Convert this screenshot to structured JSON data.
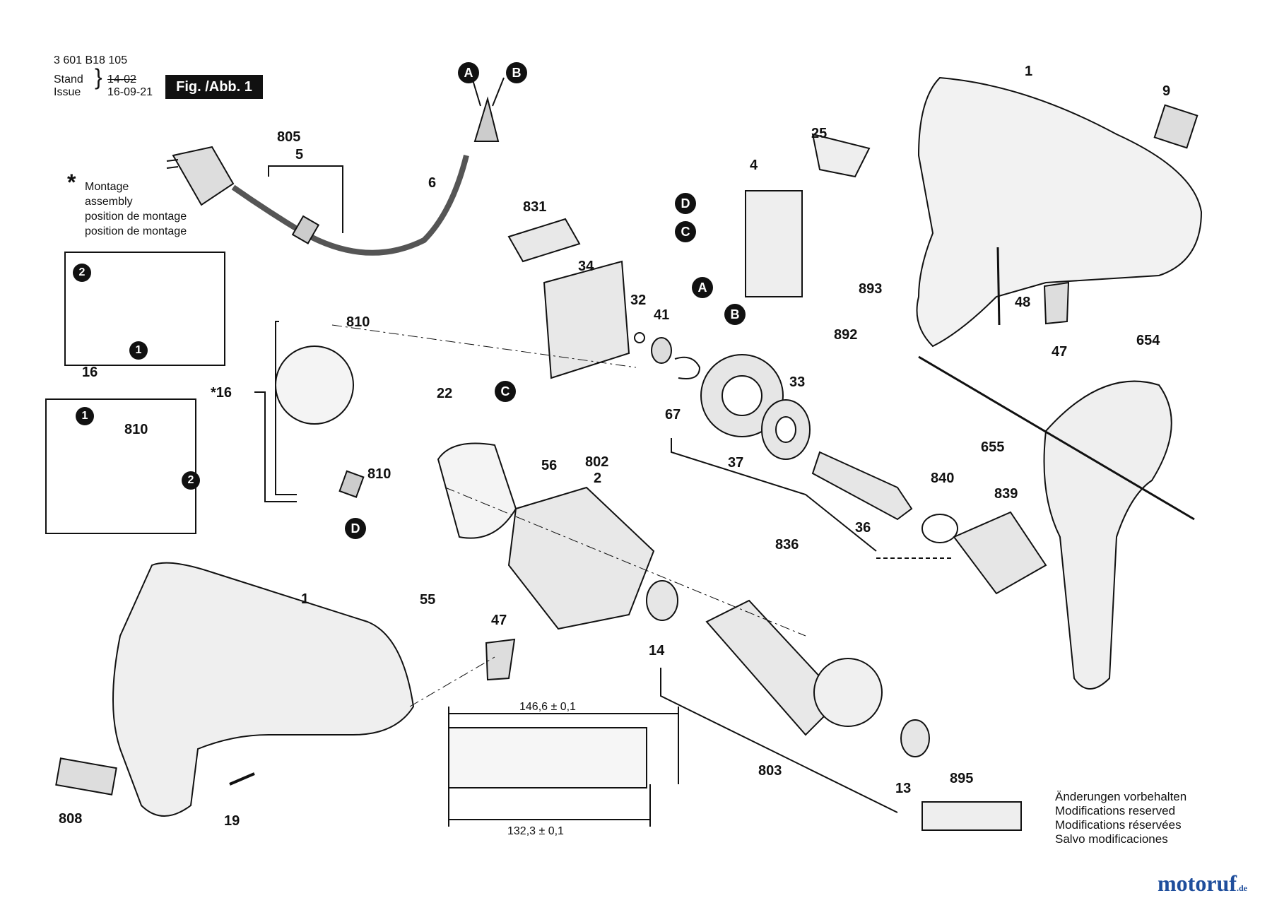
{
  "header": {
    "part_number": "3 601 B18 105",
    "stand_label": "Stand",
    "issue_label": "Issue",
    "stand_date": "14-02",
    "issue_date": "16-09-21",
    "figure": "Fig. /Abb. 1"
  },
  "montage_note": {
    "star": "*",
    "lines": [
      "Montage",
      "assembly",
      "position de montage",
      "position de montage"
    ]
  },
  "part_labels": {
    "p1_top": "1",
    "p9": "9",
    "p25": "25",
    "p4": "4",
    "p805": "805",
    "p5": "5",
    "p6": "6",
    "p831": "831",
    "p34": "34",
    "p32": "32",
    "p41": "41",
    "p810a": "810",
    "p16": "16",
    "p16star": "*16",
    "p810b": "810",
    "p810c": "810",
    "p22": "22",
    "p56": "56",
    "p802": "802",
    "p2": "2",
    "p67": "67",
    "p33": "33",
    "p37": "37",
    "p893": "893",
    "p892": "892",
    "p48": "48",
    "p47a": "47",
    "p654": "654",
    "p655": "655",
    "p840": "840",
    "p839": "839",
    "p36": "36",
    "p836": "836",
    "p55": "55",
    "p1_bottom": "1",
    "p47b": "47",
    "p14": "14",
    "p803": "803",
    "p13": "13",
    "p895": "895",
    "p808": "808",
    "p19": "19"
  },
  "callouts": {
    "a_top": "A",
    "b_top": "B",
    "d_switch": "D",
    "c_switch": "C",
    "a_switch": "A",
    "b_switch": "B",
    "c_mid": "C",
    "d_mid": "D"
  },
  "steps": {
    "s2a": "2",
    "s1a": "1",
    "s1b": "1",
    "s2b": "2"
  },
  "dimensions": {
    "top": "146,6 ± 0,1",
    "bottom": "132,3 ± 0,1"
  },
  "modifications": [
    "Änderungen vorbehalten",
    "Modifications reserved",
    "Modifications réservées",
    "Salvo modificaciones"
  ],
  "watermark": {
    "main": "motoruf",
    "suffix": ".de"
  }
}
